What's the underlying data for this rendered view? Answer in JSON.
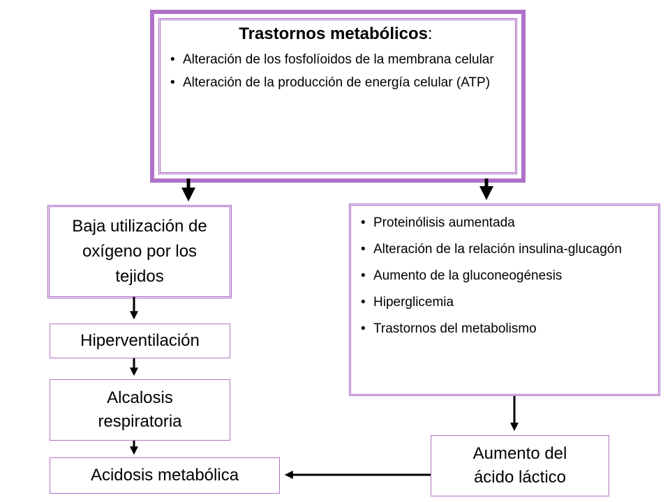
{
  "top": {
    "title": "Trastornos metabólicos",
    "colon": ":",
    "items": [
      "Alteración de los fosfolíoidos de la membrana celular",
      "Alteración de la producción de energía celular (ATP)"
    ]
  },
  "left": {
    "box1": "Baja utilización de oxígeno por los tejidos",
    "box2": "Hiperventilación",
    "box3": "Alcalosis respiratoria",
    "box4": "Acidosis metabólica"
  },
  "right": {
    "items": [
      "Proteinólisis aumentada",
      "Alteración de la relación insulina-glucagón",
      "Aumento de la gluconeogénesis",
      "Hiperglicemia",
      "Trastornos del metabolismo"
    ],
    "lactic": "Aumento del ácido láctico"
  },
  "colors": {
    "frame": "#a860c0",
    "arrow": "#000000"
  }
}
